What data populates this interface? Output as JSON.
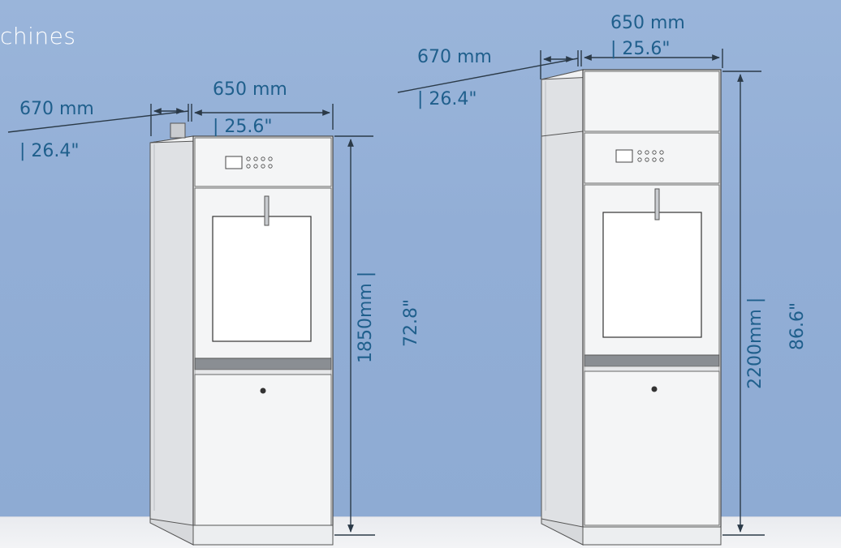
{
  "heading": "chines",
  "colors": {
    "wall": "#93b0d6",
    "floor": "#f0f1f3",
    "dimension_text": "#1f5f8c",
    "dimension_line": "#2b3a48"
  },
  "machines": [
    {
      "depth_mm": "670  mm",
      "depth_in": "| 26.4\"",
      "width_mm": "650  mm",
      "width_in": "| 25.6\"",
      "height_mm": "1850mm |",
      "height_in": "72.8\""
    },
    {
      "depth_mm": "670  mm",
      "depth_in": "| 26.4\"",
      "width_mm": "650  mm",
      "width_in": "| 25.6\"",
      "height_mm": "2200mm |",
      "height_in": "86.6\""
    }
  ]
}
